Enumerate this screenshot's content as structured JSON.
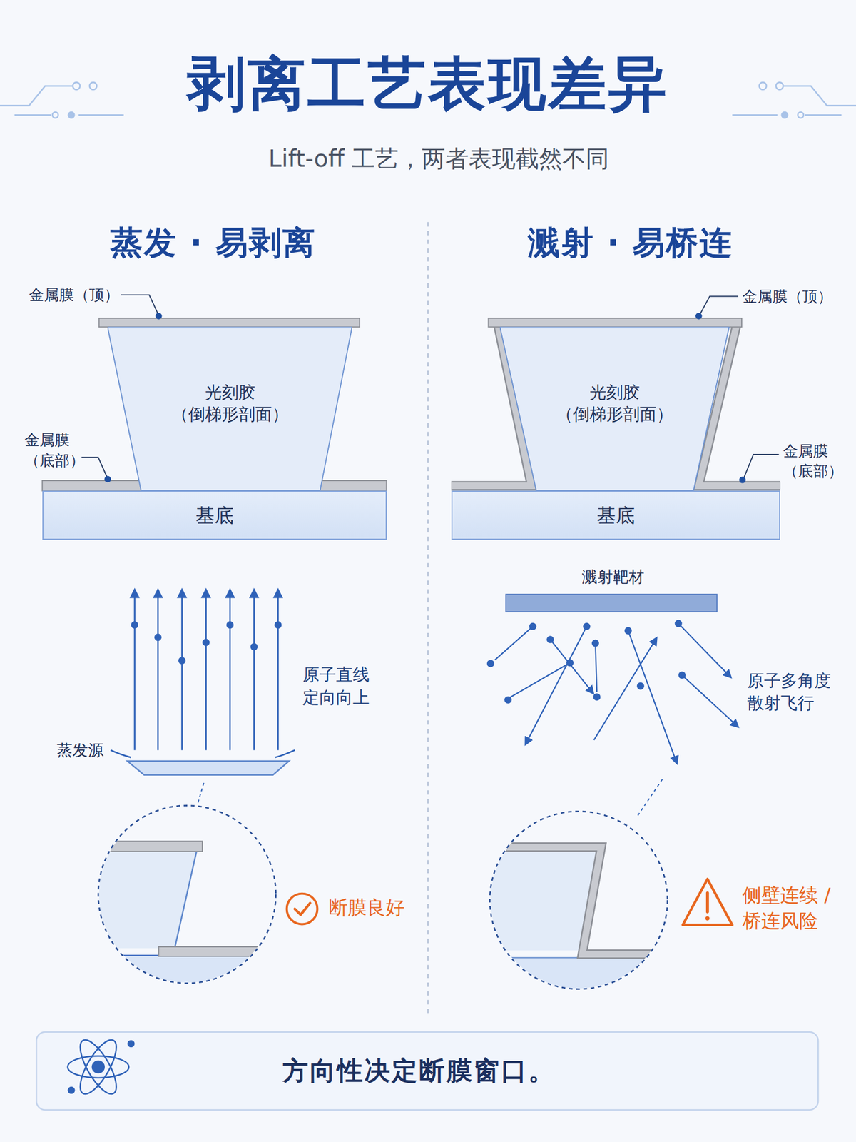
{
  "diagram": {
    "title": "剥离工艺表现差异",
    "caption": "方向性决定断膜窗口。",
    "nodes": [
      {
        "text": [
          "光刻胶",
          "（倒梯形剖面）"
        ]
      },
      {
        "text": [
          "基底"
        ]
      },
      {
        "text": [
          "光刻胶",
          "（倒梯形剖面）"
        ]
      },
      {
        "text": [
          "基底"
        ]
      }
    ],
    "labels": [
      "Lift-off 工艺，两者表现截然不同",
      "蒸发 · 易剥离",
      "溅射 · 易桥连",
      "金属膜（顶）",
      "金属膜 （底部）",
      "金属膜（顶）",
      "金属膜 （底部）",
      "原子直线 定向向上",
      "蒸发源",
      "溅射靶材",
      "原子多角度 散射飞行",
      "断膜良好",
      "侧壁连续 / 桥连风险"
    ]
  }
}
